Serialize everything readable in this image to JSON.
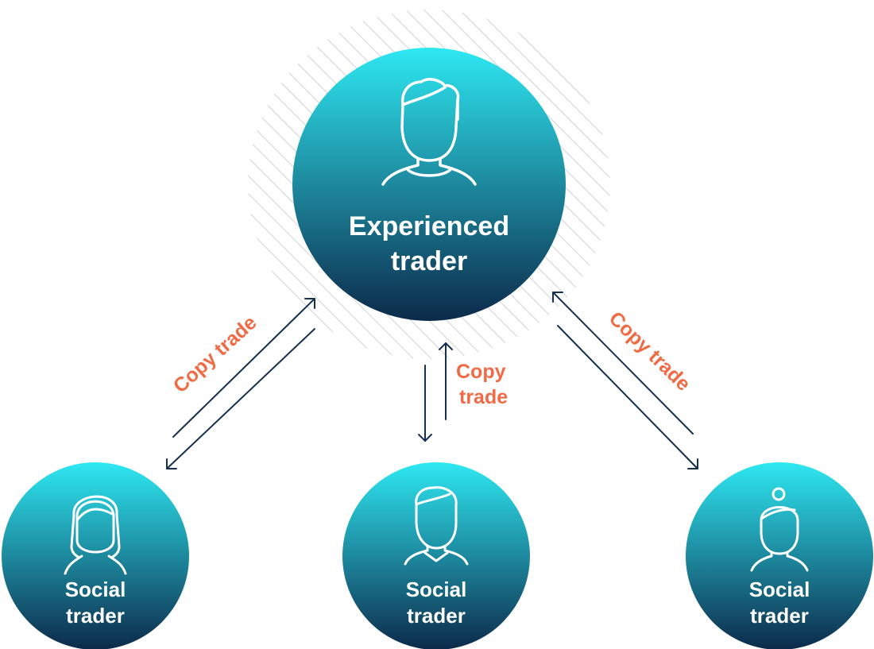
{
  "colors": {
    "circle_top": "#2ee8f2",
    "circle_bottom": "#0c2a4a",
    "arrow": "#16304f",
    "label": "#f06b45",
    "hatch": "#cfd3d7",
    "icon": "#ffffff"
  },
  "nodes": {
    "experienced": {
      "line1": "Experienced",
      "line2": "trader",
      "icon": "person-icon"
    },
    "social_left": {
      "line1": "Social",
      "line2": "trader",
      "icon": "woman-long-hair-icon"
    },
    "social_center": {
      "line1": "Social",
      "line2": "trader",
      "icon": "person-icon"
    },
    "social_right": {
      "line1": "Social",
      "line2": "trader",
      "icon": "woman-bun-icon"
    }
  },
  "edges": {
    "left": {
      "label": "Copy trade"
    },
    "center": {
      "line1": "Copy",
      "line2": "trade"
    },
    "right": {
      "label": "Copy trade"
    }
  }
}
